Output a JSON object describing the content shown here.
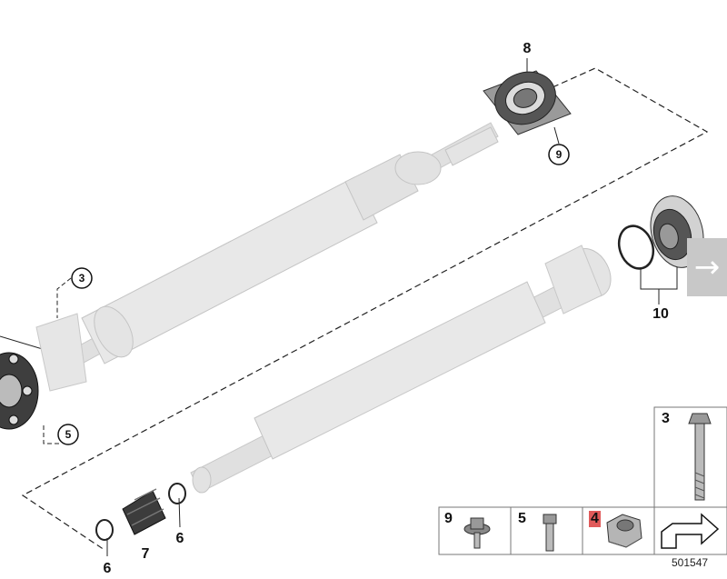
{
  "callouts": {
    "p3": "3",
    "p5": "5",
    "p6a": "6",
    "p6b": "6",
    "p7": "7",
    "p8": "8",
    "p9": "9",
    "p10": "10"
  },
  "parts_table": {
    "cells": [
      {
        "number": "9",
        "icon": "flange-bolt-icon"
      },
      {
        "number": "5",
        "icon": "short-bolt-icon"
      },
      {
        "number": "4",
        "icon": "hex-nut-icon",
        "highlighted": true
      },
      {
        "number": "",
        "icon": "reference-arrow-icon"
      },
      {
        "number": "3",
        "icon": "long-bolt-icon"
      }
    ]
  },
  "next_button": {
    "icon": "arrow-right-icon",
    "glyph": "→"
  },
  "reference_number": "501547",
  "colors": {
    "shaft": "#e6e6e6",
    "shaft_stroke": "#c4c4c4",
    "part_dark": "#4a4a4a",
    "highlight": "#e05a5a",
    "nav_button": "#c8c8c8"
  }
}
